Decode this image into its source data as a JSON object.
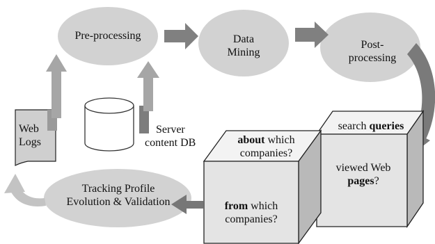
{
  "nodes": {
    "preprocessing": {
      "label": "Pre-processing"
    },
    "data_mining": {
      "line1": "Data",
      "line2": "Mining"
    },
    "postprocessing": {
      "line1": "Post-",
      "line2": "processing"
    },
    "tracking": {
      "line1": "Tracking Profile",
      "line2": "Evolution & Validation"
    }
  },
  "inputs": {
    "web_logs": {
      "line1": "Web",
      "line2": "Logs"
    },
    "server_db": {
      "line1": "Server",
      "line2": "content DB"
    }
  },
  "cube_back": {
    "top": {
      "plain": "search ",
      "bold": "queries"
    },
    "front": {
      "line1": "viewed Web",
      "bold": "pages",
      "suffix": "?"
    }
  },
  "cube_front": {
    "top": {
      "bold": "about",
      "rest": " which",
      "line2": "companies?"
    },
    "front": {
      "bold": "from",
      "rest": " which",
      "line2": "companies?"
    }
  },
  "colors": {
    "ellipse": "#d2d2d2",
    "arrow": "#808080",
    "arrow_light": "#b8b8b8",
    "cube_front": "#e4e4e4",
    "cube_top": "#f3f3f3",
    "cube_side": "#b9b9b9"
  }
}
